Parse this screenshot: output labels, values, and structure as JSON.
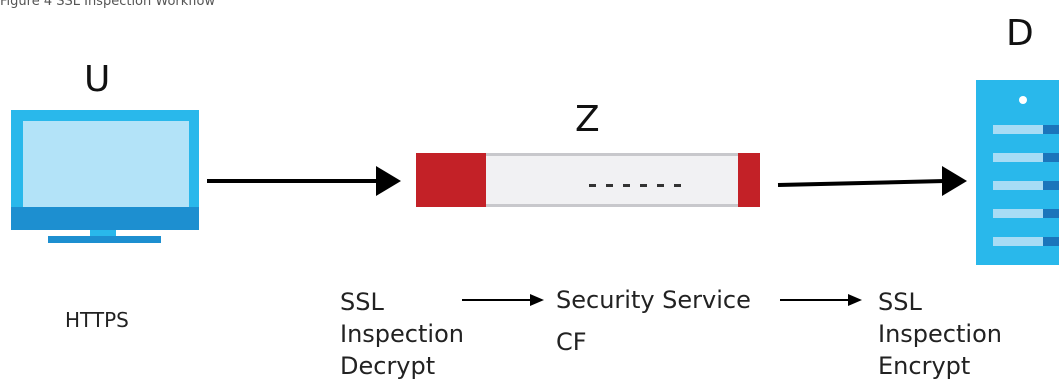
{
  "caption": "Figure 4 SSL Inspection Workflow",
  "nodes": {
    "user": {
      "label": "U"
    },
    "zyxel": {
      "label": "Z"
    },
    "destination": {
      "label": "D"
    }
  },
  "labels": {
    "https": "HTTPS",
    "decrypt": {
      "line1": "SSL",
      "line2": "Inspection",
      "line3": "Decrypt"
    },
    "security": {
      "line1": "Security Service",
      "line2": "CF"
    },
    "encrypt": {
      "line1": "SSL",
      "line2": "Inspection",
      "line3": "Encrypt"
    }
  },
  "colors": {
    "monitor": "#29b8eb",
    "monitor_screen": "#b3e3f8",
    "monitor_stand": "#1d8fd0",
    "device_red": "#c32127",
    "device_body": "#f1f1f3",
    "server": "#29b8eb",
    "server_slot": "#a7dcf5",
    "server_led": "#1b75bb",
    "arrow": "#000000"
  },
  "icons": {
    "user": "desktop-computer-icon",
    "zyxel": "firewall-appliance-icon",
    "destination": "server-icon"
  }
}
